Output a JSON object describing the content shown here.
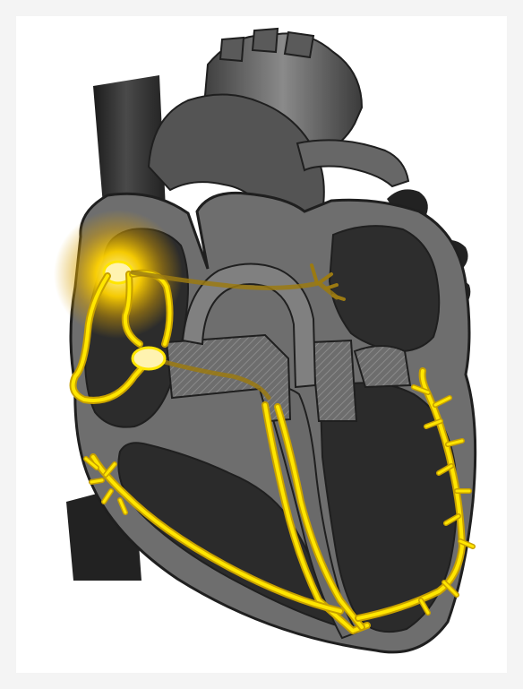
{
  "figure": {
    "subject": "heart-conduction-system",
    "colors": {
      "page_background": "#f4f4f4",
      "panel_background": "#ffffff",
      "tissue_dark": "#2f2f2f",
      "tissue_medium": "#5a5a5a",
      "tissue_light": "#8a8a8a",
      "septum_wall": "#6f6f6f",
      "outline": "#1f1f1f",
      "conduction_path": "#ffe600",
      "conduction_outline": "#c7a000",
      "glow": "#ffd200"
    },
    "icons": {
      "heart": "heart-diagram",
      "sa_node": "sa-node-glow",
      "av_node": "av-node",
      "pathways": "conduction-pathways"
    }
  }
}
